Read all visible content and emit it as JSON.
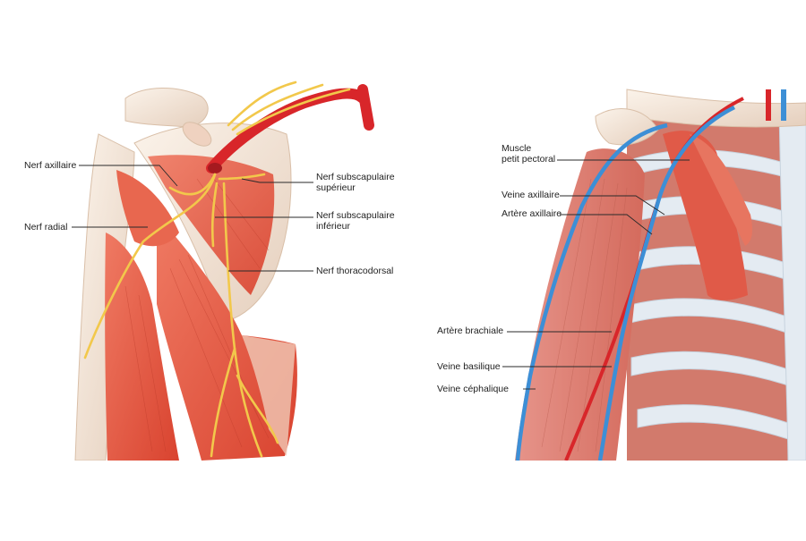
{
  "colors": {
    "muscle": "#e0523f",
    "muscle_dark": "#c23a2a",
    "muscle_light": "#ef8a73",
    "nerve": "#f2c84b",
    "artery": "#d8262a",
    "vein": "#3d8fd6",
    "bone": "#f3e7dc",
    "cartilage": "#dde6ee",
    "leader": "#2a2a2a"
  },
  "left_panel": {
    "labels": {
      "nerf_axillaire": "Nerf axillaire",
      "nerf_radial": "Nerf radial",
      "subscap_sup_l1": "Nerf subscapulaire",
      "subscap_sup_l2": "supérieur",
      "subscap_inf_l1": "Nerf subscapulaire",
      "subscap_inf_l2": "inférieur",
      "thoracodorsal": "Nerf thoracodorsal"
    }
  },
  "right_panel": {
    "labels": {
      "petit_pectoral_l1": "Muscle",
      "petit_pectoral_l2": "petit pectoral",
      "veine_axillaire": "Veine axillaire",
      "artere_axillaire": "Artère axillaire",
      "artere_brachiale": "Artère brachiale",
      "veine_basilique": "Veine basilique",
      "veine_cephalique": "Veine céphalique"
    }
  }
}
